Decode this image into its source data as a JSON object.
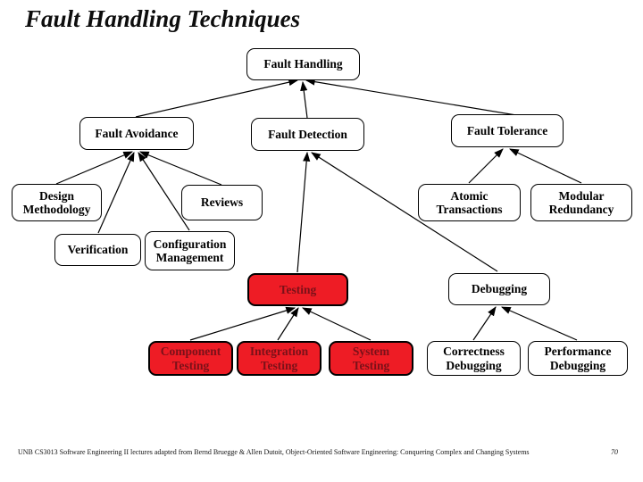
{
  "title": "Fault Handling Techniques",
  "colors": {
    "highlight_box_fill": "#ee1c25",
    "highlight_box_text": "#7a1119",
    "box_border": "#000000",
    "box_fill": "#ffffff",
    "connector": "#000000"
  },
  "nodes": {
    "fault_handling": {
      "label": "Fault Handling"
    },
    "fault_avoidance": {
      "label": "Fault Avoidance"
    },
    "fault_detection": {
      "label": "Fault Detection"
    },
    "fault_tolerance": {
      "label": "Fault Tolerance"
    },
    "design_methodology": {
      "label": "Design Methodology"
    },
    "reviews": {
      "label": "Reviews"
    },
    "verification": {
      "label": "Verification"
    },
    "configuration_management": {
      "label": "Configuration Management"
    },
    "atomic_transactions": {
      "label": "Atomic Transactions"
    },
    "modular_redundancy": {
      "label": "Modular Redundancy"
    },
    "testing": {
      "label": "Testing"
    },
    "debugging": {
      "label": "Debugging"
    },
    "component_testing": {
      "label": "Component Testing"
    },
    "integration_testing": {
      "label": "Integration Testing"
    },
    "system_testing": {
      "label": "System Testing"
    },
    "correctness_debugging": {
      "label": "Correctness Debugging"
    },
    "performance_debugging": {
      "label": "Performance Debugging"
    }
  },
  "hierarchy": [
    {
      "parent": "Fault Handling",
      "children": [
        "Fault Avoidance",
        "Fault Detection",
        "Fault Tolerance"
      ]
    },
    {
      "parent": "Fault Avoidance",
      "children": [
        "Design Methodology",
        "Verification",
        "Configuration Management",
        "Reviews"
      ]
    },
    {
      "parent": "Fault Detection",
      "children": [
        "Testing",
        "Debugging"
      ]
    },
    {
      "parent": "Fault Tolerance",
      "children": [
        "Atomic Transactions",
        "Modular Redundancy"
      ]
    },
    {
      "parent": "Testing",
      "children": [
        "Component Testing",
        "Integration Testing",
        "System Testing"
      ]
    },
    {
      "parent": "Debugging",
      "children": [
        "Correctness Debugging",
        "Performance Debugging"
      ]
    }
  ],
  "footer": {
    "credit": "UNB CS3013 Software Engineering II lectures adapted from Bernd Bruegge & Allen Dutoit, Object-Oriented Software Engineering: Conquering Complex and Changing Systems",
    "page_number": "70"
  }
}
